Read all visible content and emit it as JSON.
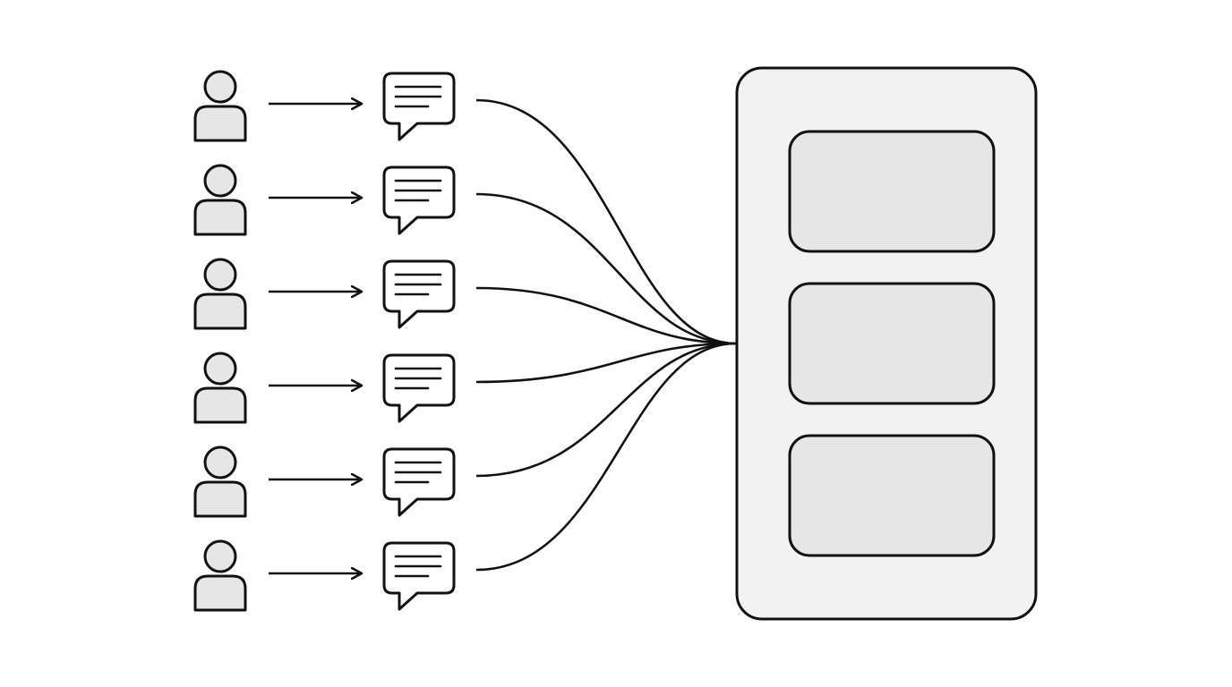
{
  "diagram": {
    "rows": [
      {
        "id": "row-1"
      },
      {
        "id": "row-2"
      },
      {
        "id": "row-3"
      },
      {
        "id": "row-4"
      },
      {
        "id": "row-5"
      },
      {
        "id": "row-6"
      }
    ],
    "nodes": {
      "user": {
        "icon": "user-icon"
      },
      "message": {
        "icon": "chat-message-icon"
      },
      "container": {
        "icon": "panel-container",
        "slots": 3
      }
    },
    "connectors": {
      "user_to_message": "arrow",
      "message_to_container": "curve"
    }
  },
  "colors": {
    "stroke": "#111111",
    "icon_fill": "#e6e6e6",
    "container_fill": "#f2f2f2",
    "slot_fill": "#e6e6e6",
    "background": "#ffffff"
  }
}
